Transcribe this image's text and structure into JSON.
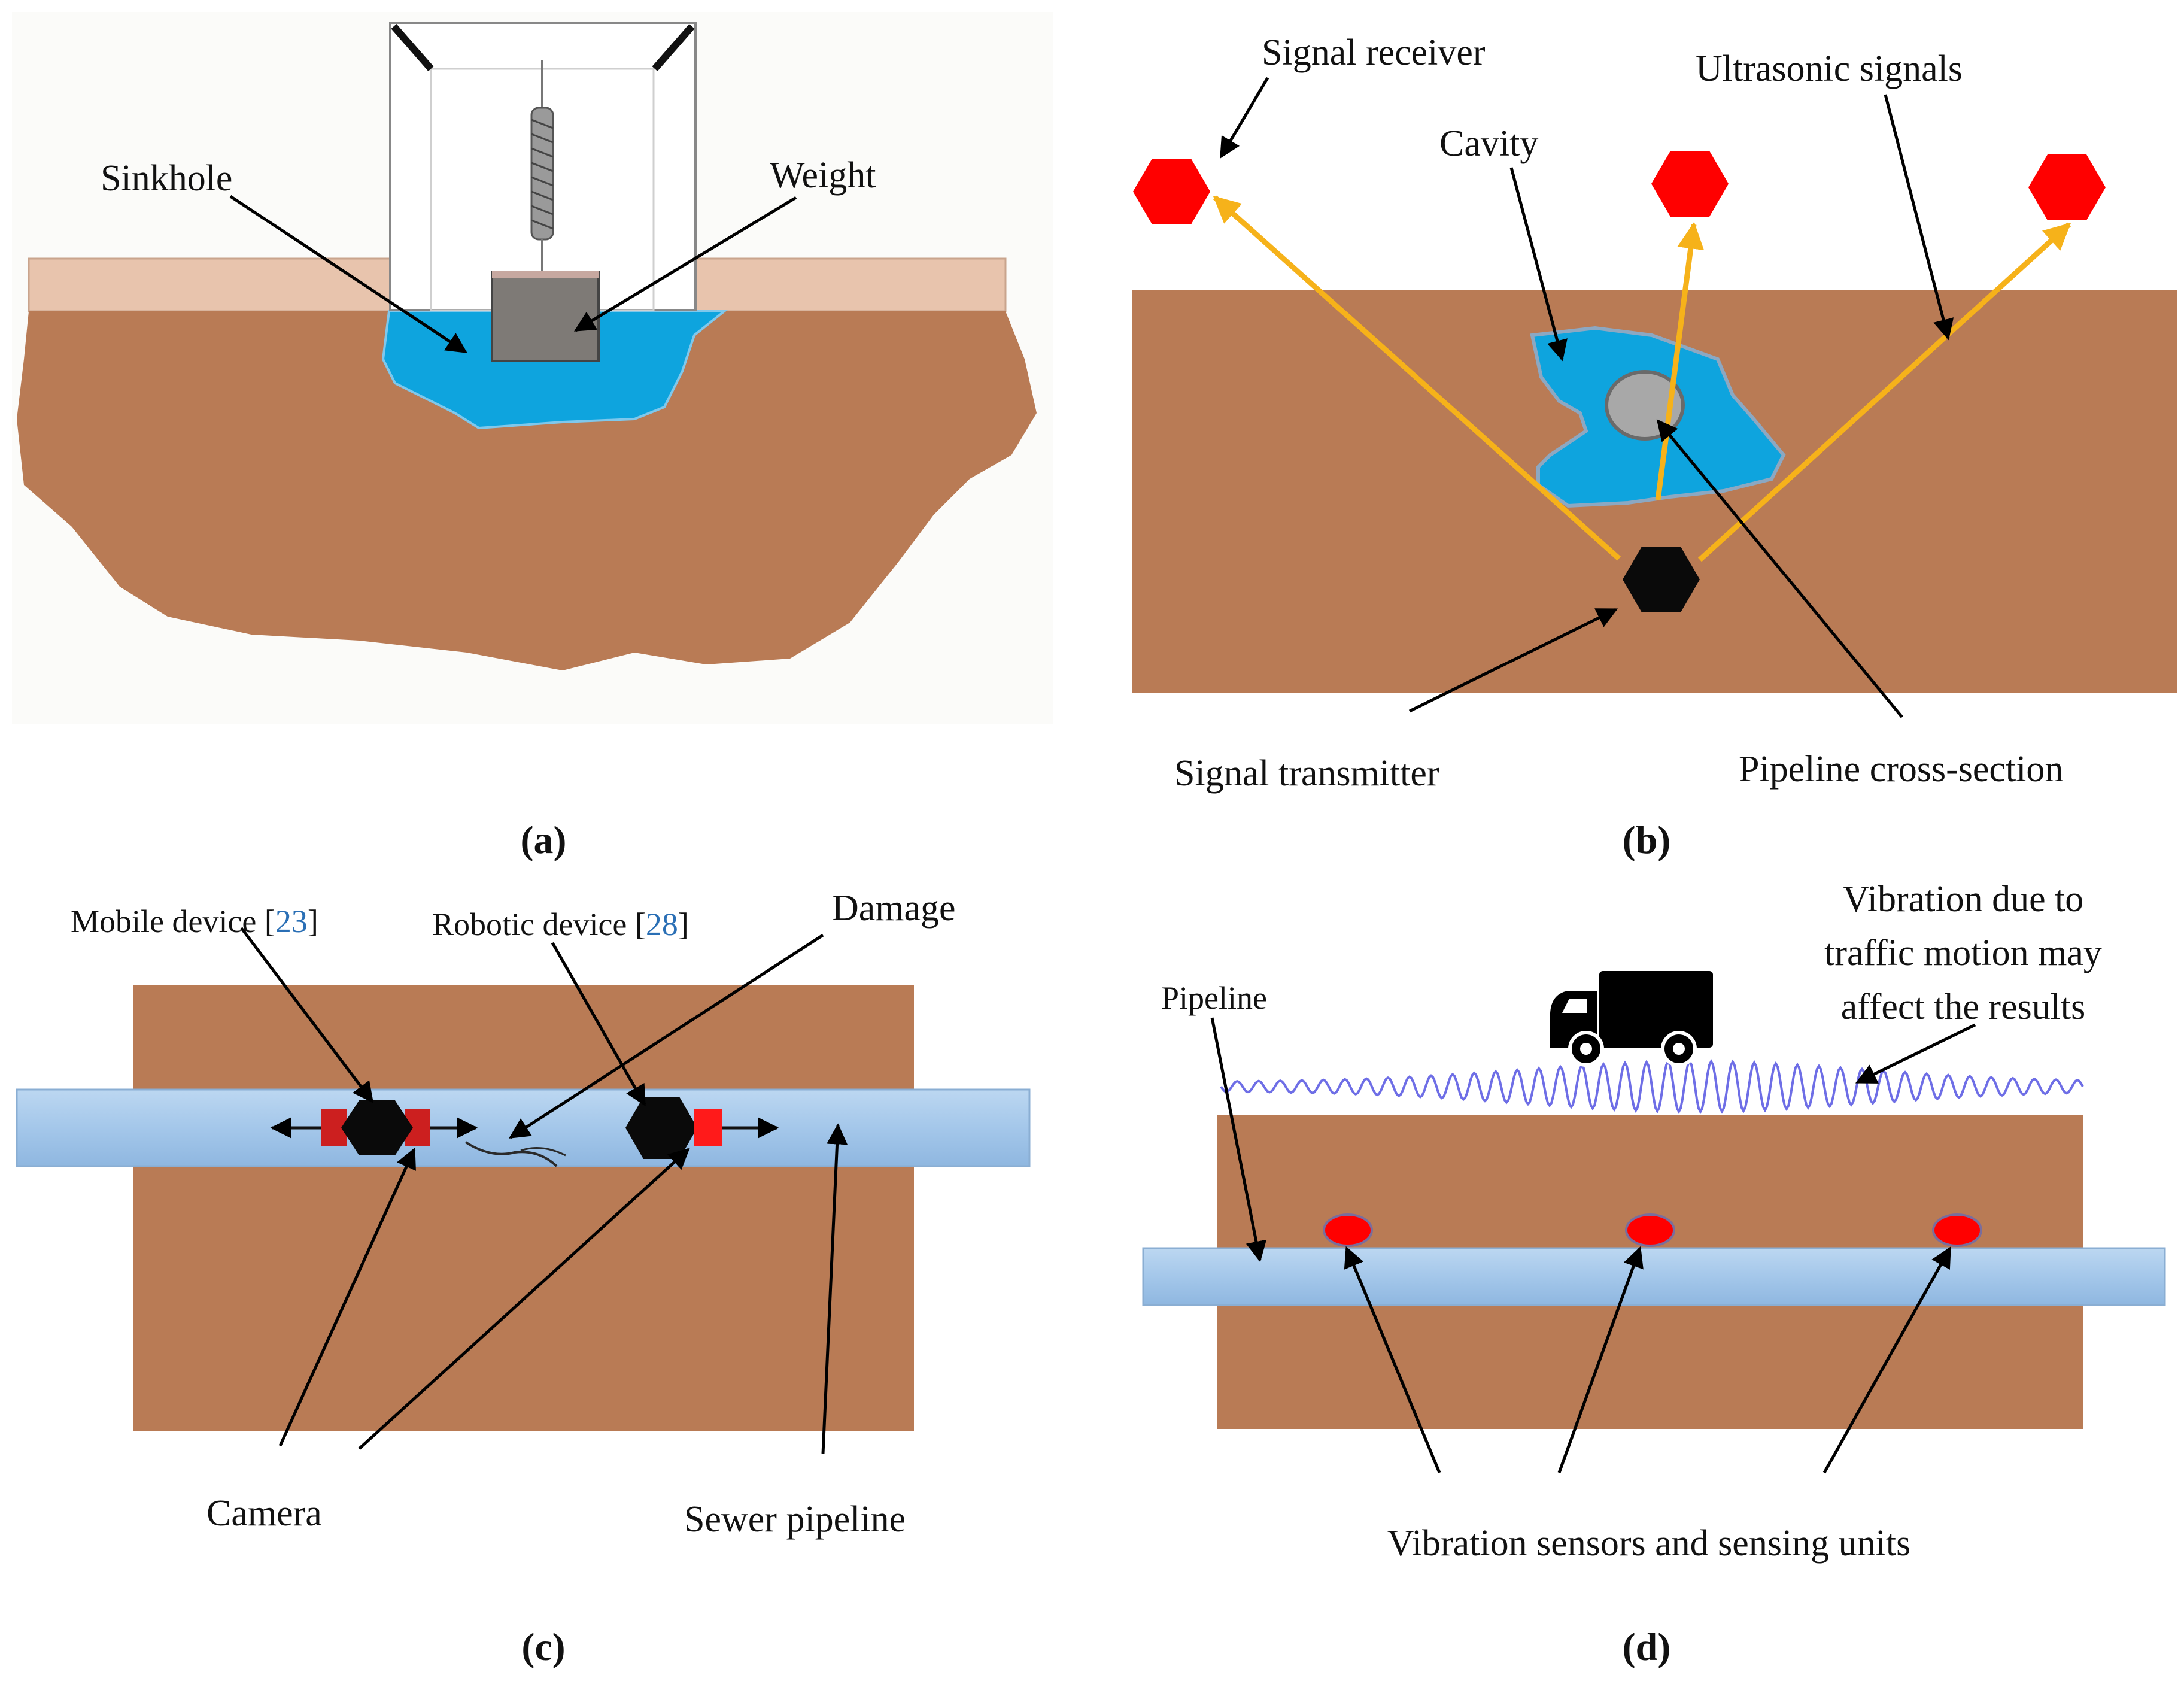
{
  "panels": {
    "a": {
      "caption": "(a)",
      "labels": {
        "sinkhole": "Sinkhole",
        "weight": "Weight"
      }
    },
    "b": {
      "caption": "(b)",
      "labels": {
        "signal_receiver": "Signal receiver",
        "ultrasonic_signals": "Ultrasonic signals",
        "cavity": "Cavity",
        "signal_transmitter": "Signal transmitter",
        "pipeline_cross_section": "Pipeline cross-section"
      }
    },
    "c": {
      "caption": "(c)",
      "labels": {
        "mobile_device": "Mobile device [",
        "mobile_device_ref": "23",
        "mobile_device_close": "]",
        "robotic_device": "Robotic device [",
        "robotic_device_ref": "28",
        "robotic_device_close": "]",
        "damage": "Damage",
        "camera": "Camera",
        "sewer_pipeline": "Sewer pipeline"
      }
    },
    "d": {
      "caption": "(d)",
      "labels": {
        "pipeline": "Pipeline",
        "vibration_line1": "Vibration due to",
        "vibration_line2": "traffic motion may",
        "vibration_line3": "affect the results",
        "sensors": "Vibration sensors and sensing units"
      }
    }
  },
  "colors": {
    "soil": "#b97b55",
    "water": "#0ea4de",
    "pavement": "#e8c4ad",
    "pipe": "#a4c7ea",
    "signal": "#f6b21a",
    "receiver": "#ff0000",
    "sensor": "#ff0000"
  }
}
